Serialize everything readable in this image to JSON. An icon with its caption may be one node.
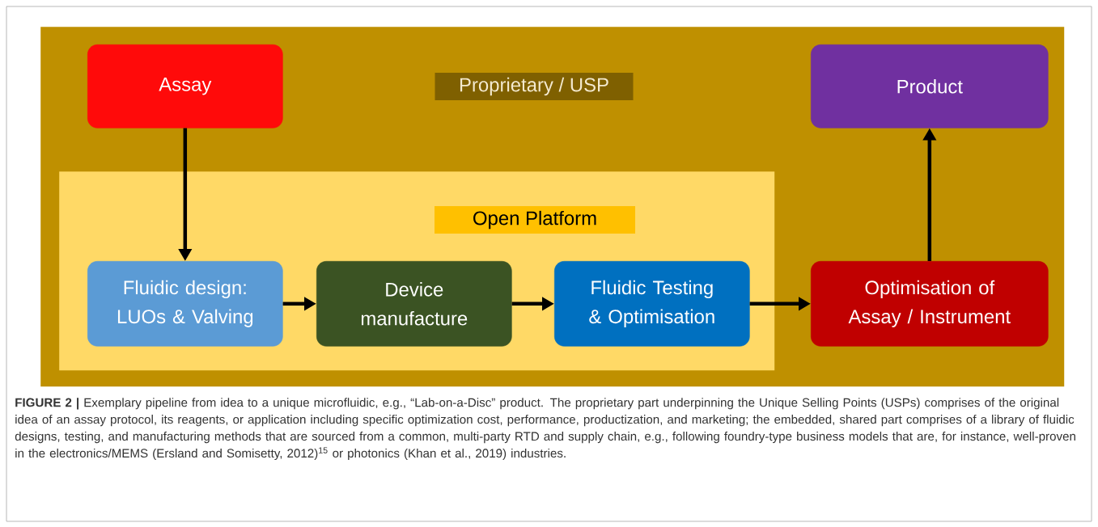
{
  "diagram": {
    "caption": "**FIGURE 2 |** Exemplary pipeline from idea to a unique microfluidic, e.g., “Lab-on-a-Disc” product. The proprietary part underpinning the Unique Selling Points (USPs) comprises of the original idea of an assay protocol, its reagents, or application including specific optimization cost, performance, productization, and marketing; the embedded, shared part comprises of a library of fluidic designs, testing, and manufacturing methods that are sourced from a common, multi-party RTD and supply chain, e.g., following foundry-type business models that are, for instance, well-proven in the electronics/MEMS (Ersland and Somisetty, 2012)$^{15}$ or photonics (Khan et al., 2019) industries.",
    "nodes": [
      {
        "text": [
          "Proprietary / USP"
        ]
      },
      {
        "text": [
          "Assay"
        ],
        "in": 0
      },
      {
        "text": [
          "Product"
        ],
        "in": 0
      },
      {
        "text": [
          "Open Platform"
        ],
        "in": 0
      },
      {
        "text": [
          "Fluidic design: LUOs & Valving"
        ],
        "in": 3
      },
      {
        "text": [
          "Device manufacture"
        ],
        "in": 3
      },
      {
        "text": [
          "Fluidic Testing & Optimisation"
        ],
        "in": 3
      },
      {
        "text": [
          "Optimisation of Assay / Instrument"
        ],
        "in": 0
      }
    ],
    "edges": [
      {
        "from": 1,
        "to": 4,
        "arrow": "to"
      },
      {
        "from": 4,
        "to": 5,
        "arrow": "to"
      },
      {
        "from": 5,
        "to": 6,
        "arrow": "to"
      },
      {
        "from": 6,
        "to": 7,
        "arrow": "to"
      },
      {
        "from": 7,
        "to": 2,
        "arrow": "to"
      }
    ]
  }
}
